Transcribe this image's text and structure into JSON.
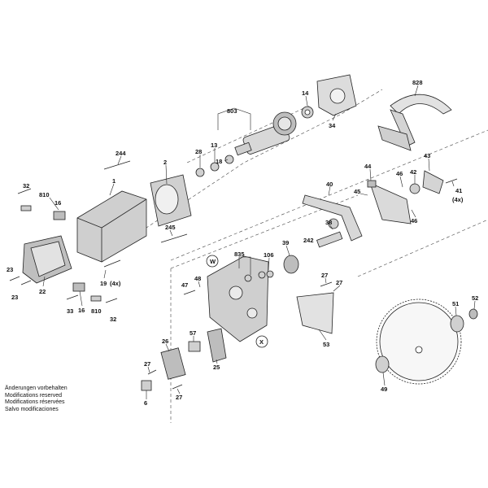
{
  "labels": [
    {
      "id": "l803",
      "text": "803"
    },
    {
      "id": "l828",
      "text": "828"
    },
    {
      "id": "l14",
      "text": "14"
    },
    {
      "id": "l34",
      "text": "34"
    },
    {
      "id": "l244",
      "text": "244"
    },
    {
      "id": "l2",
      "text": "2"
    },
    {
      "id": "l28",
      "text": "28"
    },
    {
      "id": "l13",
      "text": "13"
    },
    {
      "id": "l18",
      "text": "18"
    },
    {
      "id": "l43",
      "text": "43"
    },
    {
      "id": "l44",
      "text": "44"
    },
    {
      "id": "l46a",
      "text": "46"
    },
    {
      "id": "l42",
      "text": "42"
    },
    {
      "id": "l41",
      "text": "41"
    },
    {
      "id": "l4x_a",
      "text": "(4x)"
    },
    {
      "id": "l46b",
      "text": "46"
    },
    {
      "id": "l45",
      "text": "45"
    },
    {
      "id": "l40",
      "text": "40"
    },
    {
      "id": "l32a",
      "text": "32"
    },
    {
      "id": "l810a",
      "text": "810"
    },
    {
      "id": "l16a",
      "text": "16"
    },
    {
      "id": "l1",
      "text": "1"
    },
    {
      "id": "l245",
      "text": "245"
    },
    {
      "id": "l38",
      "text": "38"
    },
    {
      "id": "l242",
      "text": "242"
    },
    {
      "id": "l39",
      "text": "39"
    },
    {
      "id": "l23a",
      "text": "23"
    },
    {
      "id": "l22",
      "text": "22"
    },
    {
      "id": "l23b",
      "text": "23"
    },
    {
      "id": "l19",
      "text": "19"
    },
    {
      "id": "l4x_b",
      "text": "(4x)"
    },
    {
      "id": "l33",
      "text": "33"
    },
    {
      "id": "l16b",
      "text": "16"
    },
    {
      "id": "l810b",
      "text": "810"
    },
    {
      "id": "l32b",
      "text": "32"
    },
    {
      "id": "l835",
      "text": "835"
    },
    {
      "id": "l106",
      "text": "106"
    },
    {
      "id": "lW",
      "text": "W"
    },
    {
      "id": "l48",
      "text": "48"
    },
    {
      "id": "l47",
      "text": "47"
    },
    {
      "id": "l27a",
      "text": "27"
    },
    {
      "id": "l27b",
      "text": "27"
    },
    {
      "id": "l53",
      "text": "53"
    },
    {
      "id": "l52",
      "text": "52"
    },
    {
      "id": "l51",
      "text": "51"
    },
    {
      "id": "l57",
      "text": "57"
    },
    {
      "id": "l26",
      "text": "26"
    },
    {
      "id": "lX",
      "text": "X"
    },
    {
      "id": "l25",
      "text": "25"
    },
    {
      "id": "l27c",
      "text": "27"
    },
    {
      "id": "l6",
      "text": "6"
    },
    {
      "id": "l27d",
      "text": "27"
    },
    {
      "id": "l49",
      "text": "49"
    }
  ],
  "notice": [
    "Änderungen vorbehalten",
    "Modifications reserved",
    "Modifications réservées",
    "Salvo modificaciones"
  ]
}
